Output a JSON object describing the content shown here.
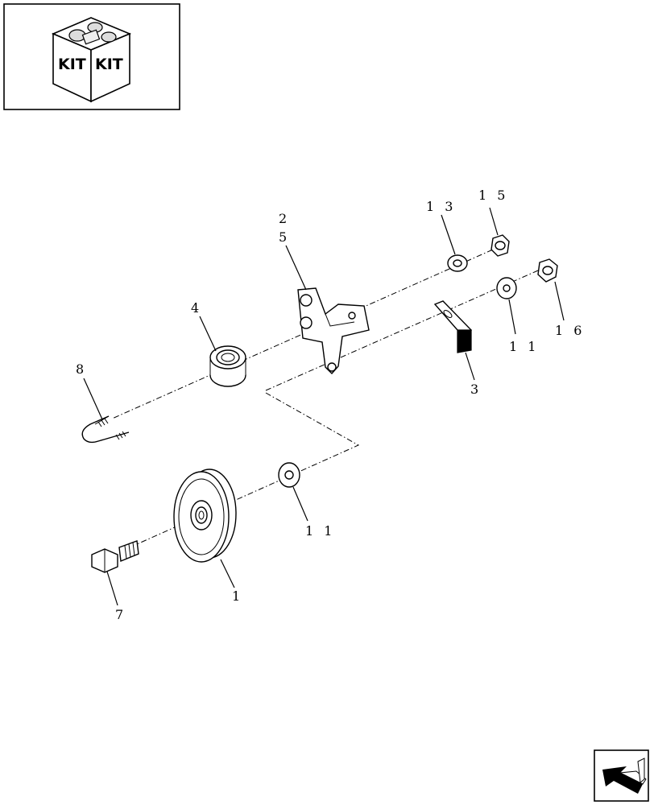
{
  "kit_box": {
    "labels": [
      "KIT",
      "KIT"
    ]
  },
  "callouts": [
    {
      "id": "c-2",
      "text": "2"
    },
    {
      "id": "c-5",
      "text": "5"
    },
    {
      "id": "c-13",
      "text": "1 3"
    },
    {
      "id": "c-15",
      "text": "1 5"
    },
    {
      "id": "c-4",
      "text": "4"
    },
    {
      "id": "c-8",
      "text": "8"
    },
    {
      "id": "c-16",
      "text": "1 6"
    },
    {
      "id": "c-11a",
      "text": "1 1"
    },
    {
      "id": "c-3",
      "text": "3"
    },
    {
      "id": "c-11b",
      "text": "1 1"
    },
    {
      "id": "c-1",
      "text": "1"
    },
    {
      "id": "c-7",
      "text": "7"
    }
  ],
  "nav_icon": "previous-page-arrow-icon"
}
